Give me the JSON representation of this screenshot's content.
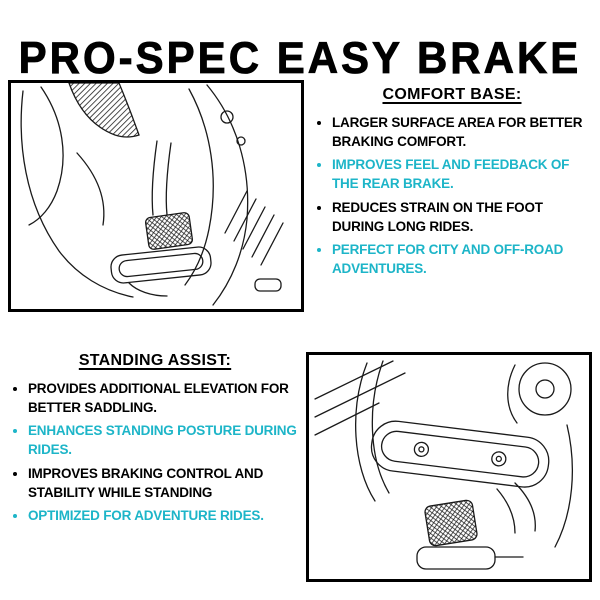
{
  "title": "PRO-SPEC EASY BRAKE",
  "colors": {
    "accent": "#1db5c8",
    "text": "#000000",
    "border": "#000000",
    "background": "#ffffff"
  },
  "comfort": {
    "heading": "COMFORT BASE:",
    "bullets": [
      {
        "text": "LARGER SURFACE AREA FOR BETTER BRAKING COMFORT.",
        "color": "#000000"
      },
      {
        "text": "IMPROVES FEEL AND FEEDBACK OF THE REAR BRAKE.",
        "color": "#1db5c8"
      },
      {
        "text": "REDUCES STRAIN ON THE FOOT DURING LONG RIDES.",
        "color": "#000000"
      },
      {
        "text": "PERFECT FOR CITY AND OFF-ROAD ADVENTURES.",
        "color": "#1db5c8"
      }
    ]
  },
  "standing": {
    "heading": "STANDING ASSIST:",
    "bullets": [
      {
        "text": "PROVIDES ADDITIONAL ELEVATION FOR BETTER SADDLING.",
        "color": "#000000"
      },
      {
        "text": "ENHANCES STANDING POSTURE DURING RIDES.",
        "color": "#1db5c8"
      },
      {
        "text": "IMPROVES BRAKING CONTROL AND STABILITY WHILE STANDING",
        "color": "#000000"
      },
      {
        "text": "OPTIMIZED FOR ADVENTURE RIDES.",
        "color": "#1db5c8"
      }
    ]
  },
  "illustrations": {
    "top_left": "brake-pedal-side-view-line-art",
    "bottom_right": "brake-pedal-assembly-close-up-line-art"
  }
}
